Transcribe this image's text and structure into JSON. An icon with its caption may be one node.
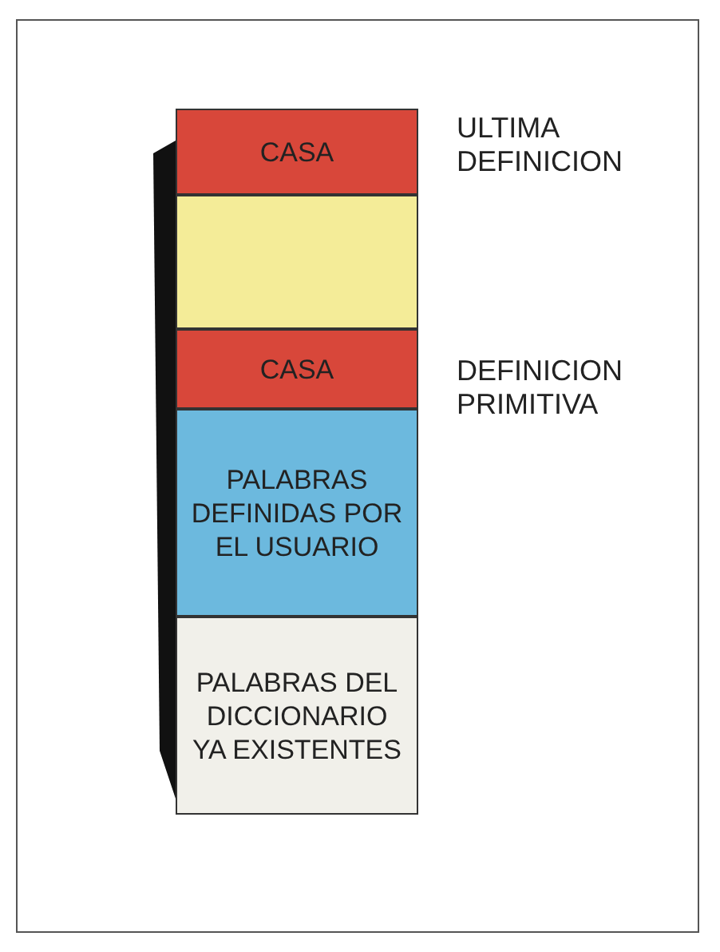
{
  "diagram": {
    "nodes": [
      {
        "text": [
          "CASA"
        ],
        "beside": [
          "ULTIMA DEFINICION"
        ]
      },
      {
        "text": [],
        "shape": "bar"
      },
      {
        "text": [
          "CASA"
        ],
        "beside": [
          "DEFINICION PRIMITIVA"
        ]
      },
      {
        "text": [
          "PALABRAS DEFINIDAS POR EL USUARIO"
        ]
      },
      {
        "text": [
          "PALABRAS DEL DICCIONARIO YA EXISTENTES"
        ]
      }
    ]
  }
}
